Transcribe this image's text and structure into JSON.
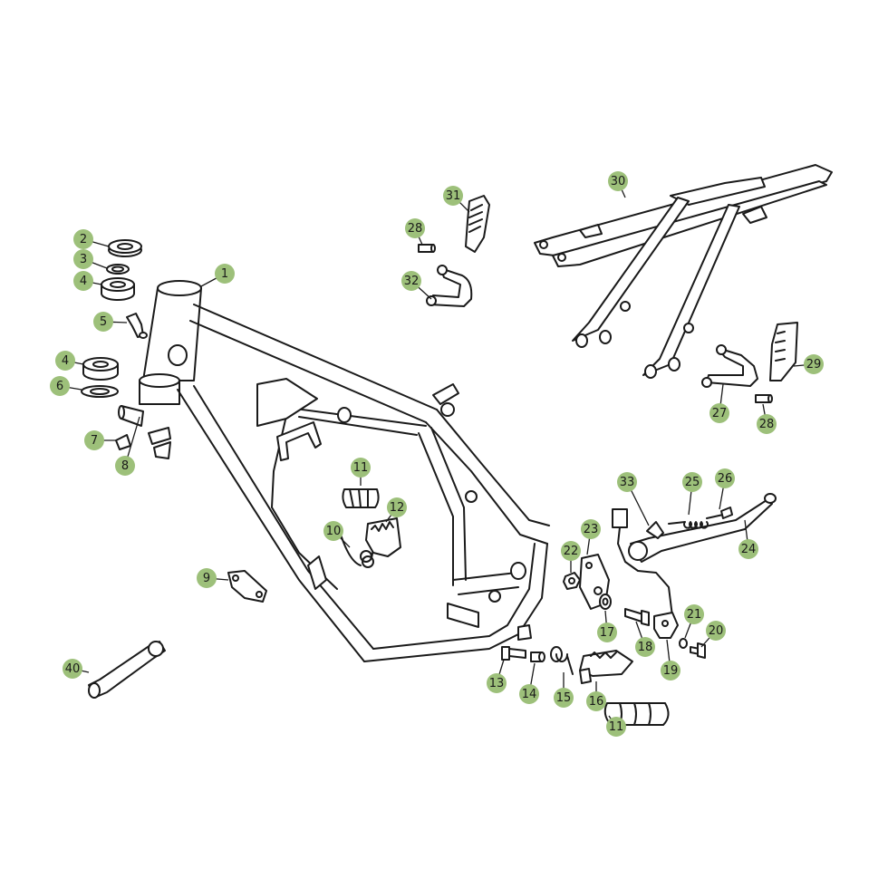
{
  "colors": {
    "callout_fill": "#9dc07a",
    "line": "#1a1a1a",
    "background": "#ffffff"
  },
  "callouts": [
    {
      "label": "1"
    },
    {
      "label": "2"
    },
    {
      "label": "3"
    },
    {
      "label": "4"
    },
    {
      "label": "5"
    },
    {
      "label": "4"
    },
    {
      "label": "6"
    },
    {
      "label": "7"
    },
    {
      "label": "8"
    },
    {
      "label": "9"
    },
    {
      "label": "40"
    },
    {
      "label": "10"
    },
    {
      "label": "11"
    },
    {
      "label": "12"
    },
    {
      "label": "28"
    },
    {
      "label": "31"
    },
    {
      "label": "32"
    },
    {
      "label": "30"
    },
    {
      "label": "29"
    },
    {
      "label": "27"
    },
    {
      "label": "28"
    },
    {
      "label": "33"
    },
    {
      "label": "25"
    },
    {
      "label": "26"
    },
    {
      "label": "24"
    },
    {
      "label": "23"
    },
    {
      "label": "22"
    },
    {
      "label": "17"
    },
    {
      "label": "18"
    },
    {
      "label": "21"
    },
    {
      "label": "20"
    },
    {
      "label": "19"
    },
    {
      "label": "13"
    },
    {
      "label": "14"
    },
    {
      "label": "15"
    },
    {
      "label": "16"
    },
    {
      "label": "11"
    }
  ]
}
